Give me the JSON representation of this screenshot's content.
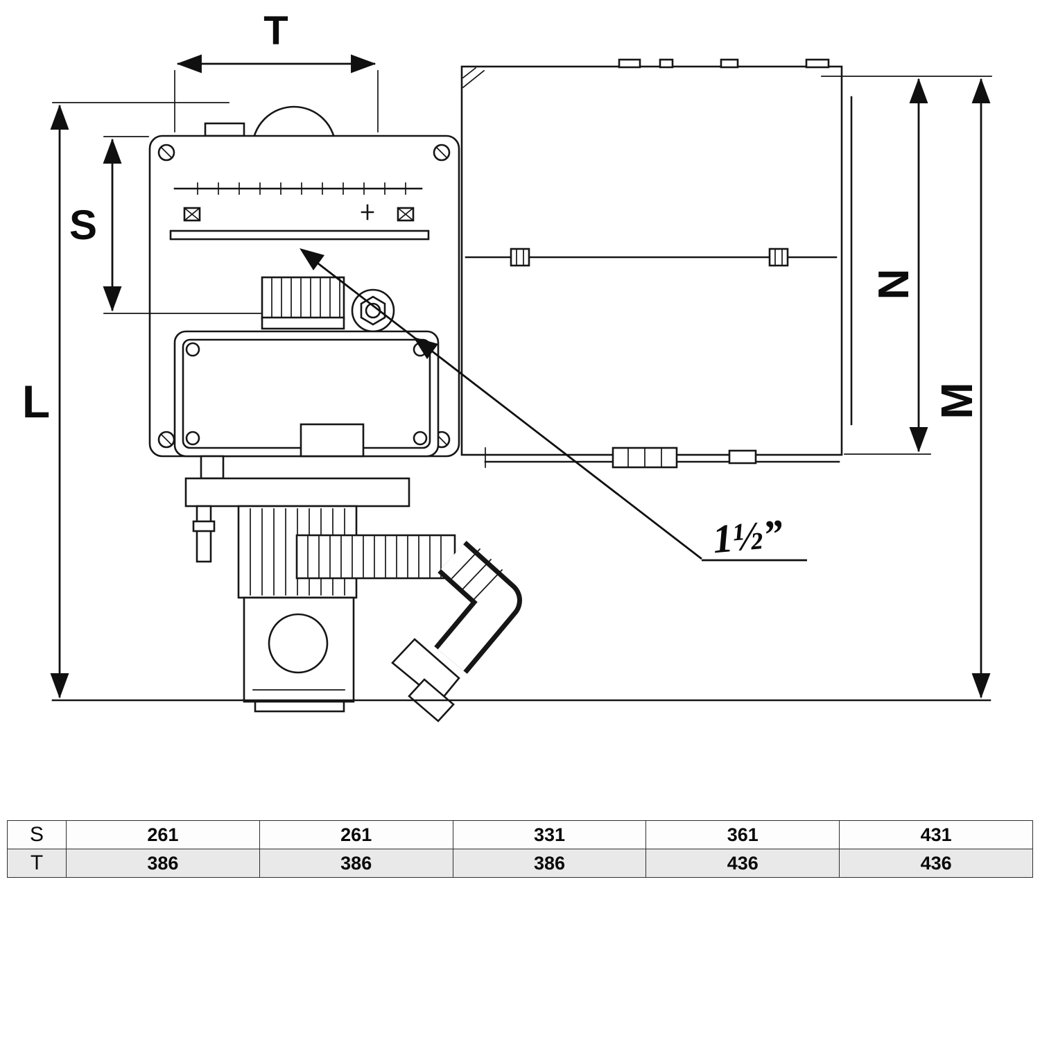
{
  "diagram": {
    "dimension_labels": {
      "T": "T",
      "S": "S",
      "L": "L",
      "N": "N",
      "M": "M"
    },
    "callout": {
      "pipe_size": "1½”"
    }
  },
  "table": {
    "rows": [
      {
        "label": "S",
        "values": [
          "261",
          "261",
          "331",
          "361",
          "431"
        ]
      },
      {
        "label": "T",
        "values": [
          "386",
          "386",
          "386",
          "436",
          "436"
        ]
      }
    ]
  }
}
